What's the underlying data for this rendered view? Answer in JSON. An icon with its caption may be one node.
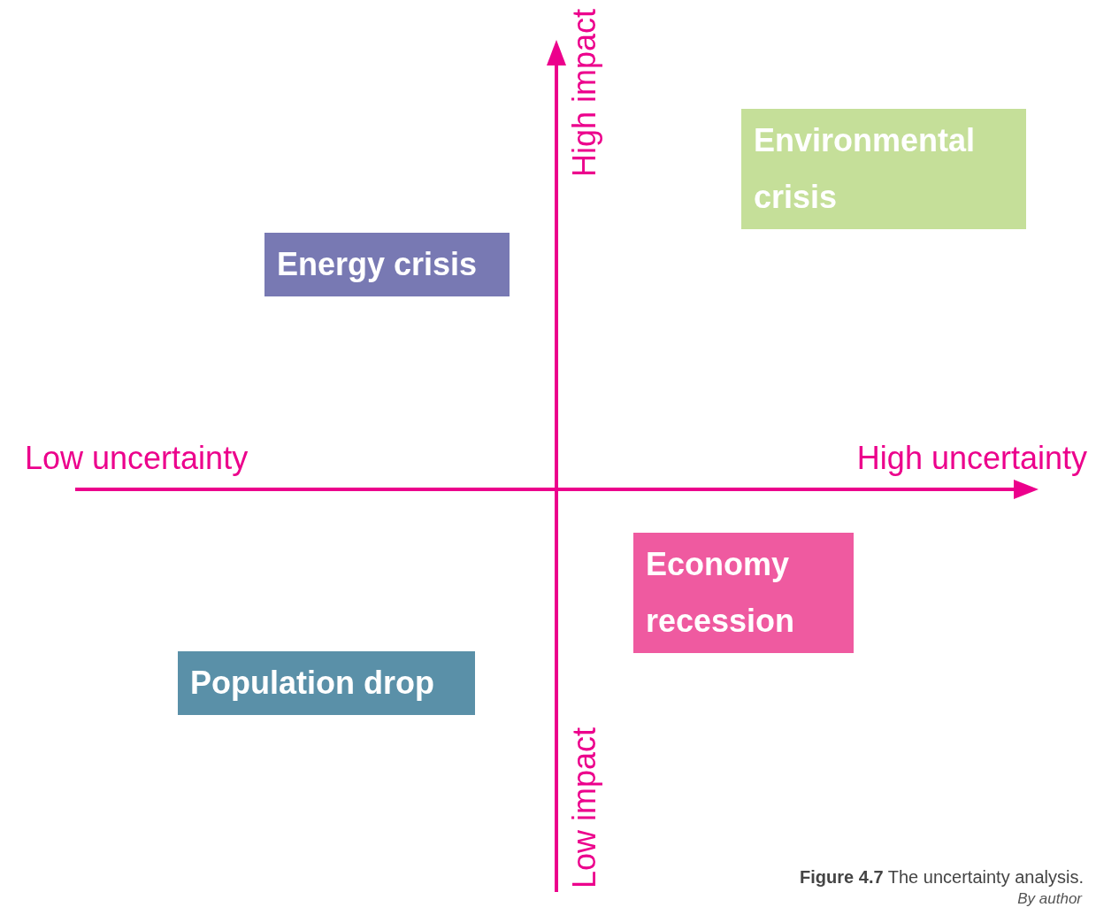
{
  "diagram": {
    "caption": "**Figure 4.7** The uncertainty analysis.",
    "nodes": [
      {
        "text": [
          "Environmental crisis"
        ]
      },
      {
        "text": [
          "Energy crisis"
        ]
      },
      {
        "text": [
          "Economy recession"
        ]
      },
      {
        "text": [
          "Population drop"
        ]
      }
    ],
    "labels": [
      "High impact",
      "Low uncertainty",
      "High uncertainty",
      "Low impact",
      "By author"
    ]
  }
}
